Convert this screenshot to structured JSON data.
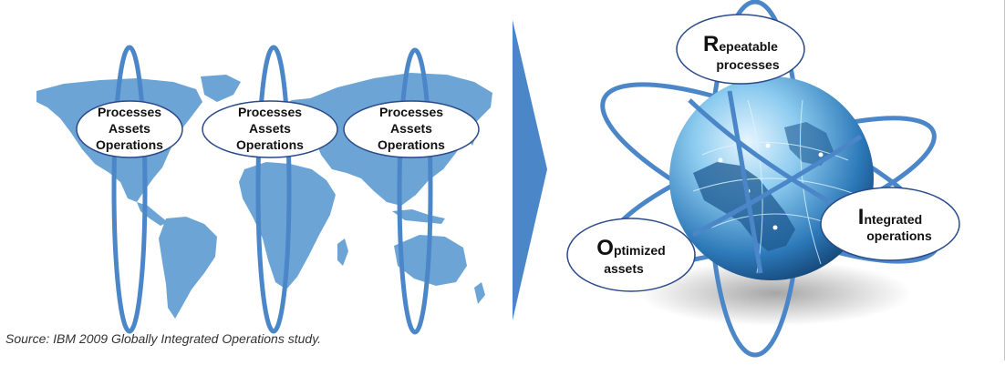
{
  "colors": {
    "ring": "#4a86c8",
    "continents": "#6da4d6",
    "arrow": "#4a86c8",
    "bubble_stroke": "#2a4a8a",
    "globe_dark": "#1f5f96",
    "globe_light": "#7fc2e8"
  },
  "left_map": {
    "bubbles": [
      {
        "lines": [
          "Processes",
          "Assets",
          "Operations"
        ]
      },
      {
        "lines": [
          "Processes",
          "Assets",
          "Operations"
        ]
      },
      {
        "lines": [
          "Processes",
          "Assets",
          "Operations"
        ]
      }
    ]
  },
  "right_globe": {
    "labels": [
      {
        "initial": "R",
        "rest": "epeatable",
        "line2": "processes"
      },
      {
        "initial": "I",
        "rest": "ntegrated",
        "line2": "operations"
      },
      {
        "initial": "O",
        "rest": "ptimized",
        "line2": "assets"
      }
    ]
  },
  "source_text": "Source: IBM 2009 Globally Integrated Operations study."
}
